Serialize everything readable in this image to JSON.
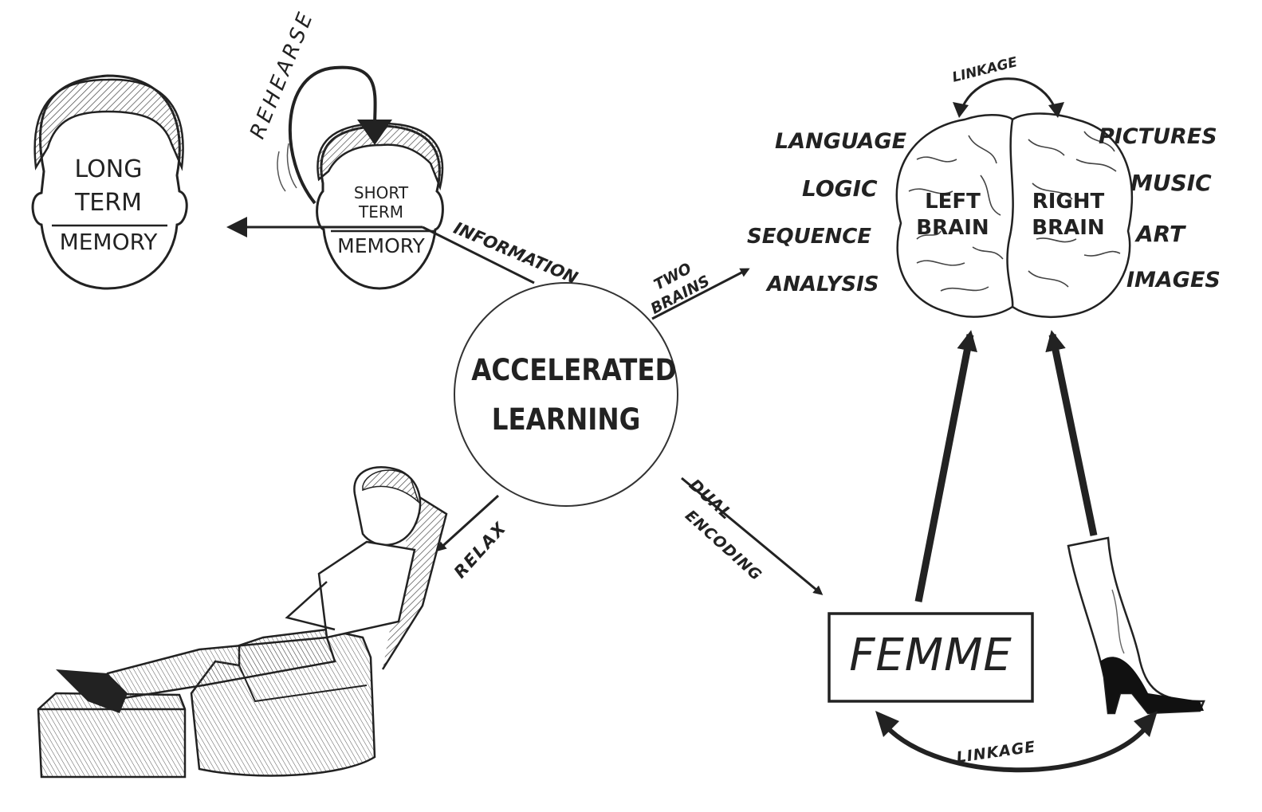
{
  "center": {
    "line1": "ACCELERATED",
    "line2": "LEARNING"
  },
  "long_term": {
    "line1": "LONG",
    "line2": "TERM",
    "line3": "MEMORY"
  },
  "short_term": {
    "line1": "SHORT",
    "line2": "TERM",
    "line3": "MEMORY"
  },
  "arrows": {
    "rehearse": "REHEARSE",
    "information": "INFORMATION",
    "two_brains_1": "TWO",
    "two_brains_2": "BRAINS",
    "relax": "RELAX",
    "dual_1": "DUAL",
    "dual_2": "ENCODING",
    "linkage_top": "LINKAGE",
    "linkage_bottom": "LINKAGE"
  },
  "brain": {
    "left_line1": "LEFT",
    "left_line2": "BRAIN",
    "right_line1": "RIGHT",
    "right_line2": "BRAIN",
    "left_functions": [
      "LANGUAGE",
      "LOGIC",
      "SEQUENCE",
      "ANALYSIS"
    ],
    "right_functions": [
      "PICTURES",
      "MUSIC",
      "ART",
      "IMAGES"
    ]
  },
  "femme": {
    "word": "FEMME"
  },
  "colors": {
    "ink": "#1c1c1c",
    "paper": "#ffffff",
    "hatch": "#444444"
  }
}
